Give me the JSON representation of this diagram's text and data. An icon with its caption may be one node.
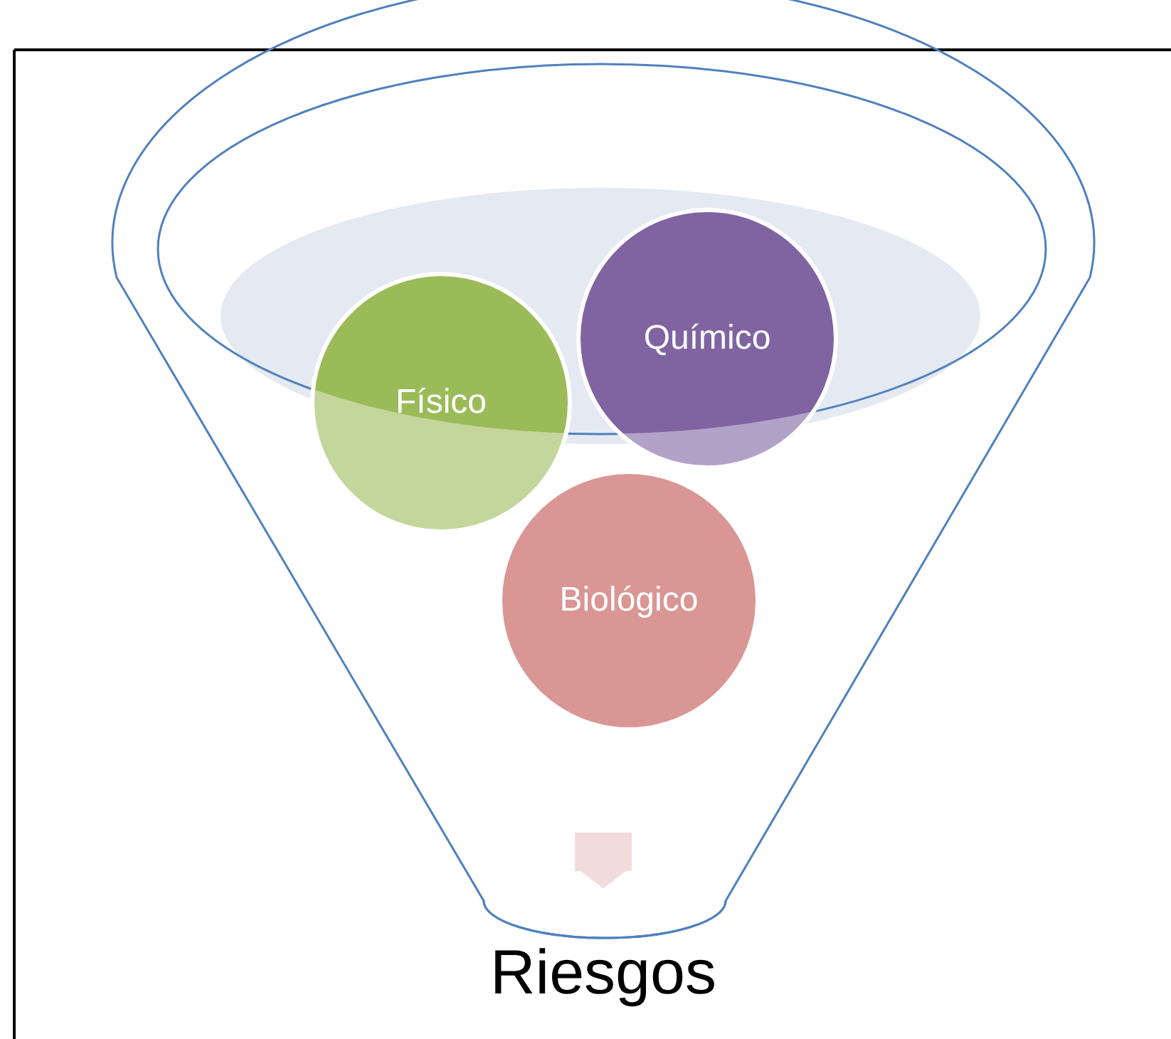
{
  "diagram": {
    "nodes": [
      {
        "text": [
          "Físico"
        ]
      },
      {
        "text": [
          "Químico"
        ]
      },
      {
        "text": [
          "Biológico"
        ]
      },
      {
        "text": [
          "Riesgos"
        ]
      }
    ],
    "edges": [
      {
        "from": null,
        "to": 3,
        "arrow": "to"
      }
    ]
  }
}
